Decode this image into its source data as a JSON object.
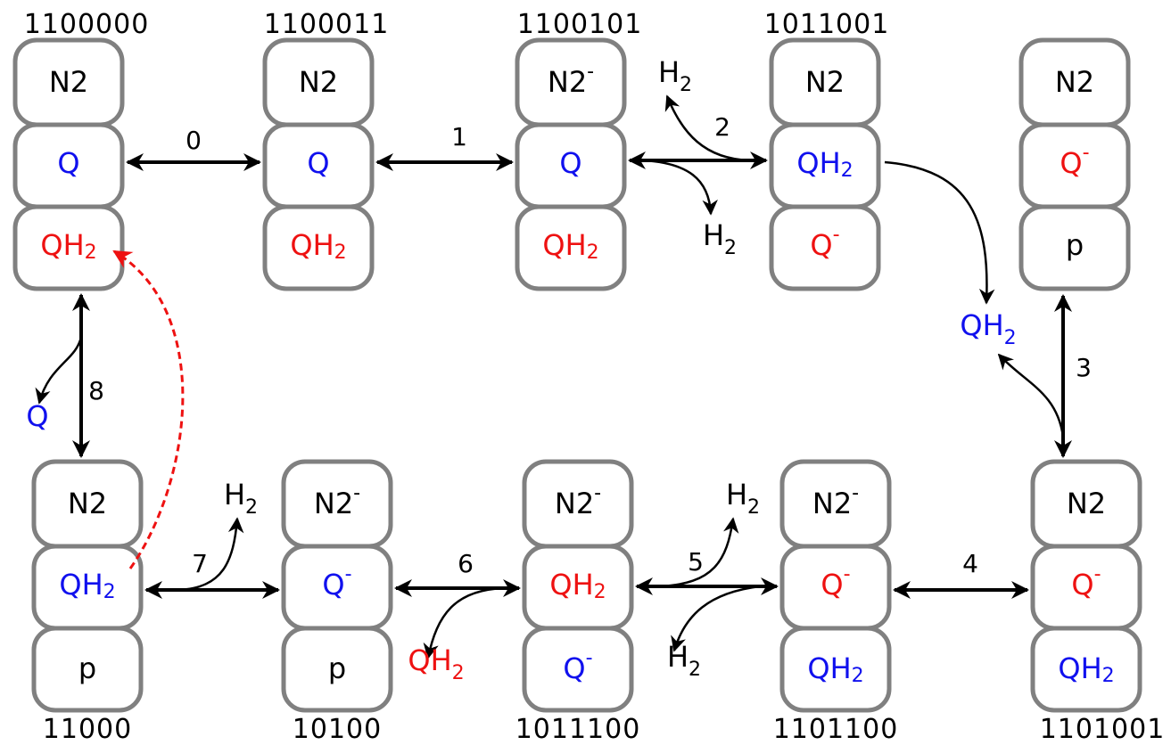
{
  "colors": {
    "blue": "#1010ee",
    "red": "#ee1111",
    "black": "#000000",
    "box_stroke": "#808080"
  },
  "top_row": [
    {
      "code": "1100000",
      "slots": [
        {
          "main": "N2",
          "sub": "",
          "sup": "",
          "color": "black"
        },
        {
          "main": "Q",
          "sub": "",
          "sup": "",
          "color": "blue"
        },
        {
          "main": "QH",
          "sub": "2",
          "sup": "",
          "color": "red"
        }
      ]
    },
    {
      "code": "1100011",
      "slots": [
        {
          "main": "N2",
          "sub": "",
          "sup": "",
          "color": "black"
        },
        {
          "main": "Q",
          "sub": "",
          "sup": "",
          "color": "blue"
        },
        {
          "main": "QH",
          "sub": "2",
          "sup": "",
          "color": "red"
        }
      ]
    },
    {
      "code": "1100101",
      "slots": [
        {
          "main": "N2",
          "sub": "",
          "sup": "-",
          "color": "black"
        },
        {
          "main": "Q",
          "sub": "",
          "sup": "",
          "color": "blue"
        },
        {
          "main": "QH",
          "sub": "2",
          "sup": "",
          "color": "red"
        }
      ]
    },
    {
      "code": "1011001",
      "slots": [
        {
          "main": "N2",
          "sub": "",
          "sup": "",
          "color": "black"
        },
        {
          "main": "QH",
          "sub": "2",
          "sup": "",
          "color": "blue"
        },
        {
          "main": "Q",
          "sub": "",
          "sup": "-",
          "color": "red"
        }
      ]
    },
    {
      "code": "",
      "slots": [
        {
          "main": "N2",
          "sub": "",
          "sup": "",
          "color": "black"
        },
        {
          "main": "Q",
          "sub": "",
          "sup": "-",
          "color": "red"
        },
        {
          "main": "p",
          "sub": "",
          "sup": "",
          "color": "black"
        }
      ]
    }
  ],
  "bottom_row": [
    {
      "code": "11000",
      "slots": [
        {
          "main": "N2",
          "sub": "",
          "sup": "",
          "color": "black"
        },
        {
          "main": "QH",
          "sub": "2",
          "sup": "",
          "color": "blue"
        },
        {
          "main": "p",
          "sub": "",
          "sup": "",
          "color": "black"
        }
      ]
    },
    {
      "code": "10100",
      "slots": [
        {
          "main": "N2",
          "sub": "",
          "sup": "-",
          "color": "black"
        },
        {
          "main": "Q",
          "sub": "",
          "sup": "-",
          "color": "blue"
        },
        {
          "main": "p",
          "sub": "",
          "sup": "",
          "color": "black"
        }
      ]
    },
    {
      "code": "1011100",
      "slots": [
        {
          "main": "N2",
          "sub": "",
          "sup": "-",
          "color": "black"
        },
        {
          "main": "QH",
          "sub": "2",
          "sup": "",
          "color": "red"
        },
        {
          "main": "Q",
          "sub": "",
          "sup": "-",
          "color": "blue"
        }
      ]
    },
    {
      "code": "1101100",
      "slots": [
        {
          "main": "N2",
          "sub": "",
          "sup": "-",
          "color": "black"
        },
        {
          "main": "Q",
          "sub": "",
          "sup": "-",
          "color": "red"
        },
        {
          "main": "QH",
          "sub": "2",
          "sup": "",
          "color": "blue"
        }
      ]
    },
    {
      "code": "1101001",
      "slots": [
        {
          "main": "N2",
          "sub": "",
          "sup": "",
          "color": "black"
        },
        {
          "main": "Q",
          "sub": "",
          "sup": "-",
          "color": "red"
        },
        {
          "main": "QH",
          "sub": "2",
          "sup": "",
          "color": "blue"
        }
      ]
    }
  ],
  "steps": [
    "0",
    "1",
    "2",
    "3",
    "4",
    "5",
    "6",
    "7",
    "8"
  ],
  "externals": {
    "h2_step2_top": {
      "main": "H",
      "sub": "2",
      "color": "black"
    },
    "h2_step2_bottom": {
      "main": "H",
      "sub": "2",
      "color": "black"
    },
    "qh2_step3": {
      "main": "QH",
      "sub": "2",
      "color": "blue"
    },
    "h2_step5_top": {
      "main": "H",
      "sub": "2",
      "color": "black"
    },
    "h2_step5_bottom": {
      "main": "H",
      "sub": "2",
      "color": "black"
    },
    "qh2_step6": {
      "main": "QH",
      "sub": "2",
      "color": "red"
    },
    "h2_step7": {
      "main": "H",
      "sub": "2",
      "color": "black"
    },
    "q_step8": {
      "main": "Q",
      "sub": "",
      "color": "blue"
    }
  }
}
